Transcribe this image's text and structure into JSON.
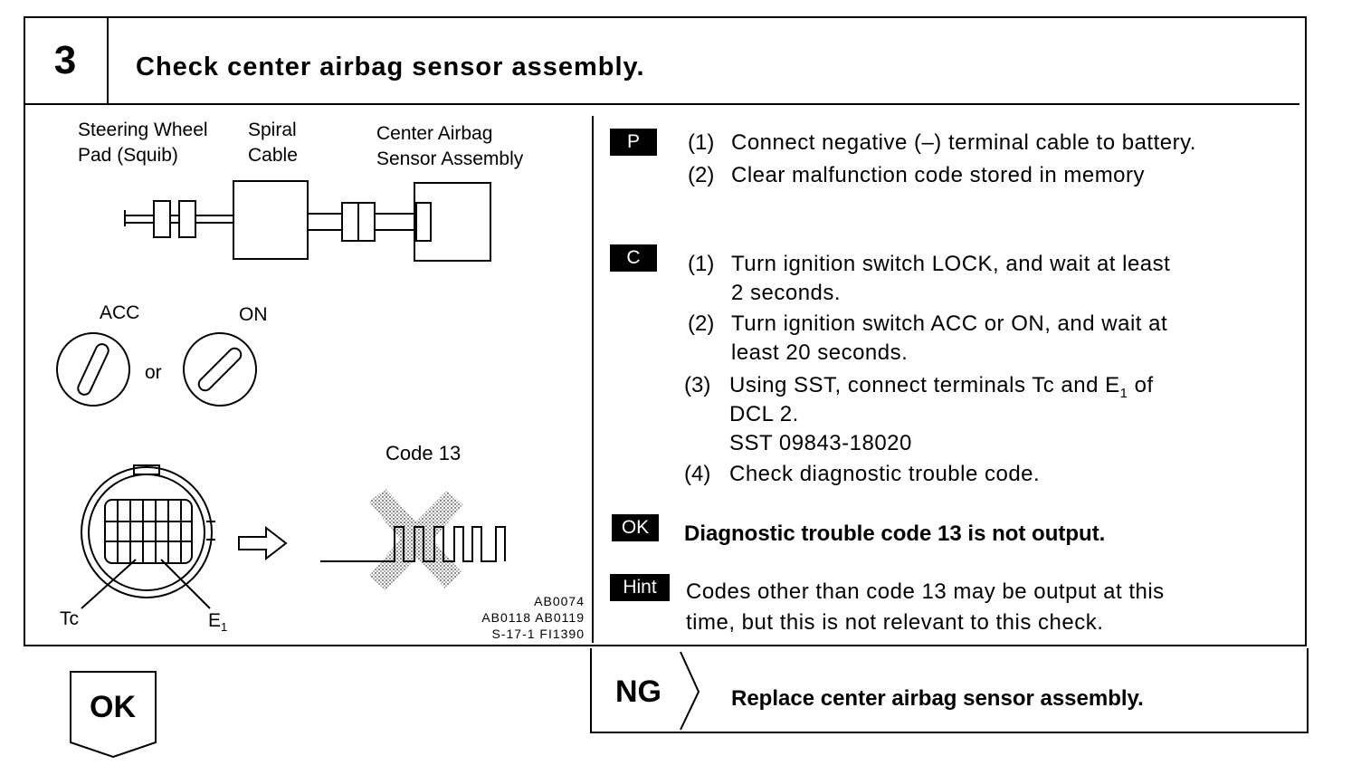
{
  "step": {
    "number": "3",
    "title": "Check center airbag sensor assembly."
  },
  "diagram": {
    "label_steering_1": "Steering Wheel",
    "label_steering_2": "Pad (Squib)",
    "label_spiral_1": "Spiral",
    "label_spiral_2": "Cable",
    "label_center_1": "Center Airbag",
    "label_center_2": "Sensor Assembly",
    "acc": "ACC",
    "on": "ON",
    "or": "or",
    "code": "Code 13",
    "tc": "Tc",
    "e1": "E",
    "e1_sub": "1",
    "ref1": "AB0074",
    "ref2": "AB0118  AB0119",
    "ref3": "S-17-1  FI1390"
  },
  "p_block": {
    "tag": "P",
    "items": [
      {
        "num": "(1)",
        "text": "Connect negative (–) terminal cable to battery."
      },
      {
        "num": "(2)",
        "text": "Clear  malfunction  code  stored  in  memory"
      }
    ]
  },
  "c_block": {
    "tag": "C",
    "items": [
      {
        "num": "(1)",
        "line1": "Turn ignition switch LOCK, and wait at least",
        "line2": "2 seconds."
      },
      {
        "num": "(2)",
        "line1": "Turn ignition switch ACC or ON, and wait at",
        "line2": "least 20 seconds."
      },
      {
        "num": "(3)",
        "line1": "Using SST, connect terminals Tc and E",
        "line1_sub": "1",
        "line1_end": " of",
        "line2": "DCL 2.",
        "line3": "SST 09843-18020"
      },
      {
        "num": "(4)",
        "line1": "Check diagnostic trouble code."
      }
    ]
  },
  "ok_block": {
    "tag": "OK",
    "text": "Diagnostic trouble code 13 is not output."
  },
  "hint_block": {
    "tag": "Hint",
    "line1": "Codes other than code 13 may be output at this",
    "line2": "time, but this is not relevant to this check."
  },
  "ng_branch": {
    "label": "NG",
    "text": "Replace center airbag sensor assembly."
  },
  "ok_branch": {
    "label": "OK"
  }
}
